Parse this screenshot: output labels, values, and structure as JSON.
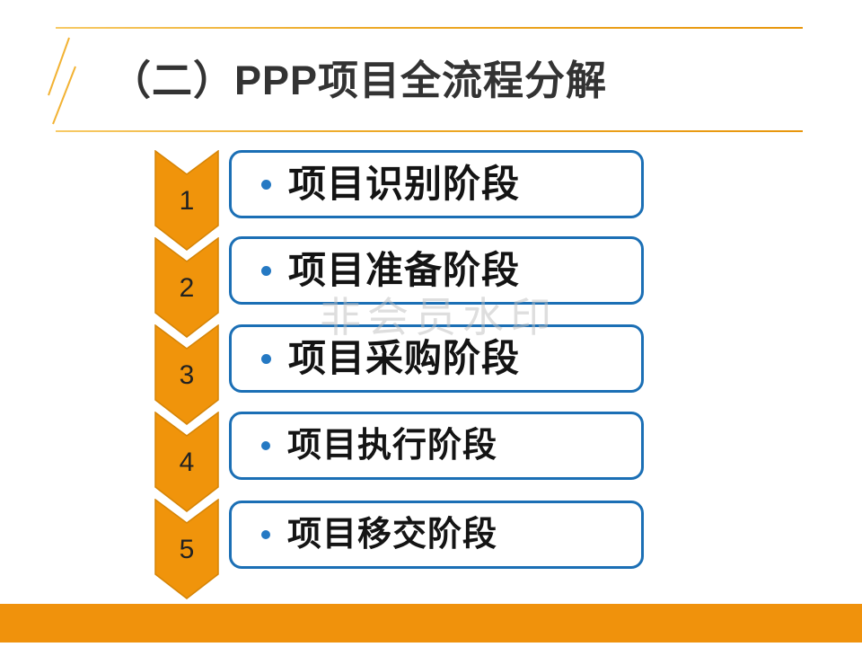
{
  "slide": {
    "title": "（二）PPP项目全流程分解",
    "watermark": "非会员水印"
  },
  "process": {
    "steps": [
      {
        "number": "1",
        "label": "项目识别阶段"
      },
      {
        "number": "2",
        "label": "项目准备阶段"
      },
      {
        "number": "3",
        "label": "项目采购阶段"
      },
      {
        "number": "4",
        "label": "项目执行阶段"
      },
      {
        "number": "5",
        "label": "项目移交阶段"
      }
    ]
  },
  "colors": {
    "accent_orange": "#F0940B",
    "chevron_outline": "#D58406",
    "box_border_blue": "#1B6FB5",
    "bullet_blue": "#2579C3",
    "gold_line": "#EDAA28",
    "title_text": "#333333",
    "watermark_gray": "#BFBFBF"
  }
}
